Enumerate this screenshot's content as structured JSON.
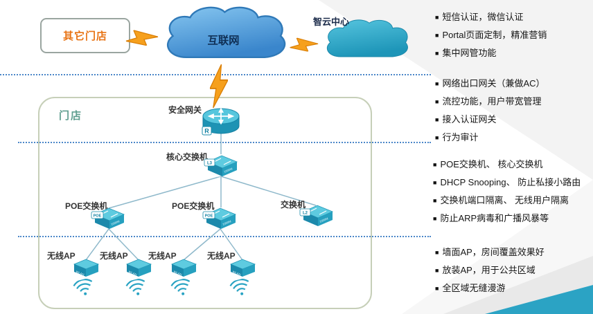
{
  "icons": {
    "bullet": "■"
  },
  "clouds": {
    "internet": "互联网",
    "zhiyun": "智云中心"
  },
  "groups": {
    "other_stores": "其它门店",
    "store": "门店"
  },
  "devices": {
    "gateway": {
      "label": "安全网关",
      "badge": "R"
    },
    "core_switch": {
      "label": "核心交换机",
      "badge": "L3"
    },
    "poe_switch": {
      "label": "POE交换机",
      "badge": "POE"
    },
    "lan_switch": {
      "label": "交换机",
      "badge": "L2"
    },
    "ap": {
      "label": "无线AP",
      "body": "WLAN"
    },
    "switch_body": "SWITCH",
    "switch_speed": "1000M"
  },
  "notes": {
    "g1": [
      "短信认证，微信认证",
      "Portal页面定制，精准营销",
      "集中网管功能"
    ],
    "g2": [
      "网络出口网关（兼做AC）",
      "流控功能，用户带宽管理",
      "接入认证网关",
      "行为审计"
    ],
    "g3": [
      "POE交换机、 核心交换机",
      "DHCP Snooping、 防止私接小路由",
      "交换机端口隔离、 无线用户隔离",
      "防止ARP病毒和广播风暴等"
    ],
    "g4": [
      "墙面AP，房间覆盖效果好",
      "放装AP，用于公共区域",
      "全区域无缝漫游"
    ]
  },
  "colors": {
    "device_teal": "#29a3c3",
    "cloud_blue": "#4a97d6",
    "cloud_teal": "#2da9cb",
    "bolt_orange": "#f6a01d",
    "dotted_line": "#4a86c8",
    "store_border": "#c6cfb8",
    "other_stores_text": "#e87416"
  }
}
